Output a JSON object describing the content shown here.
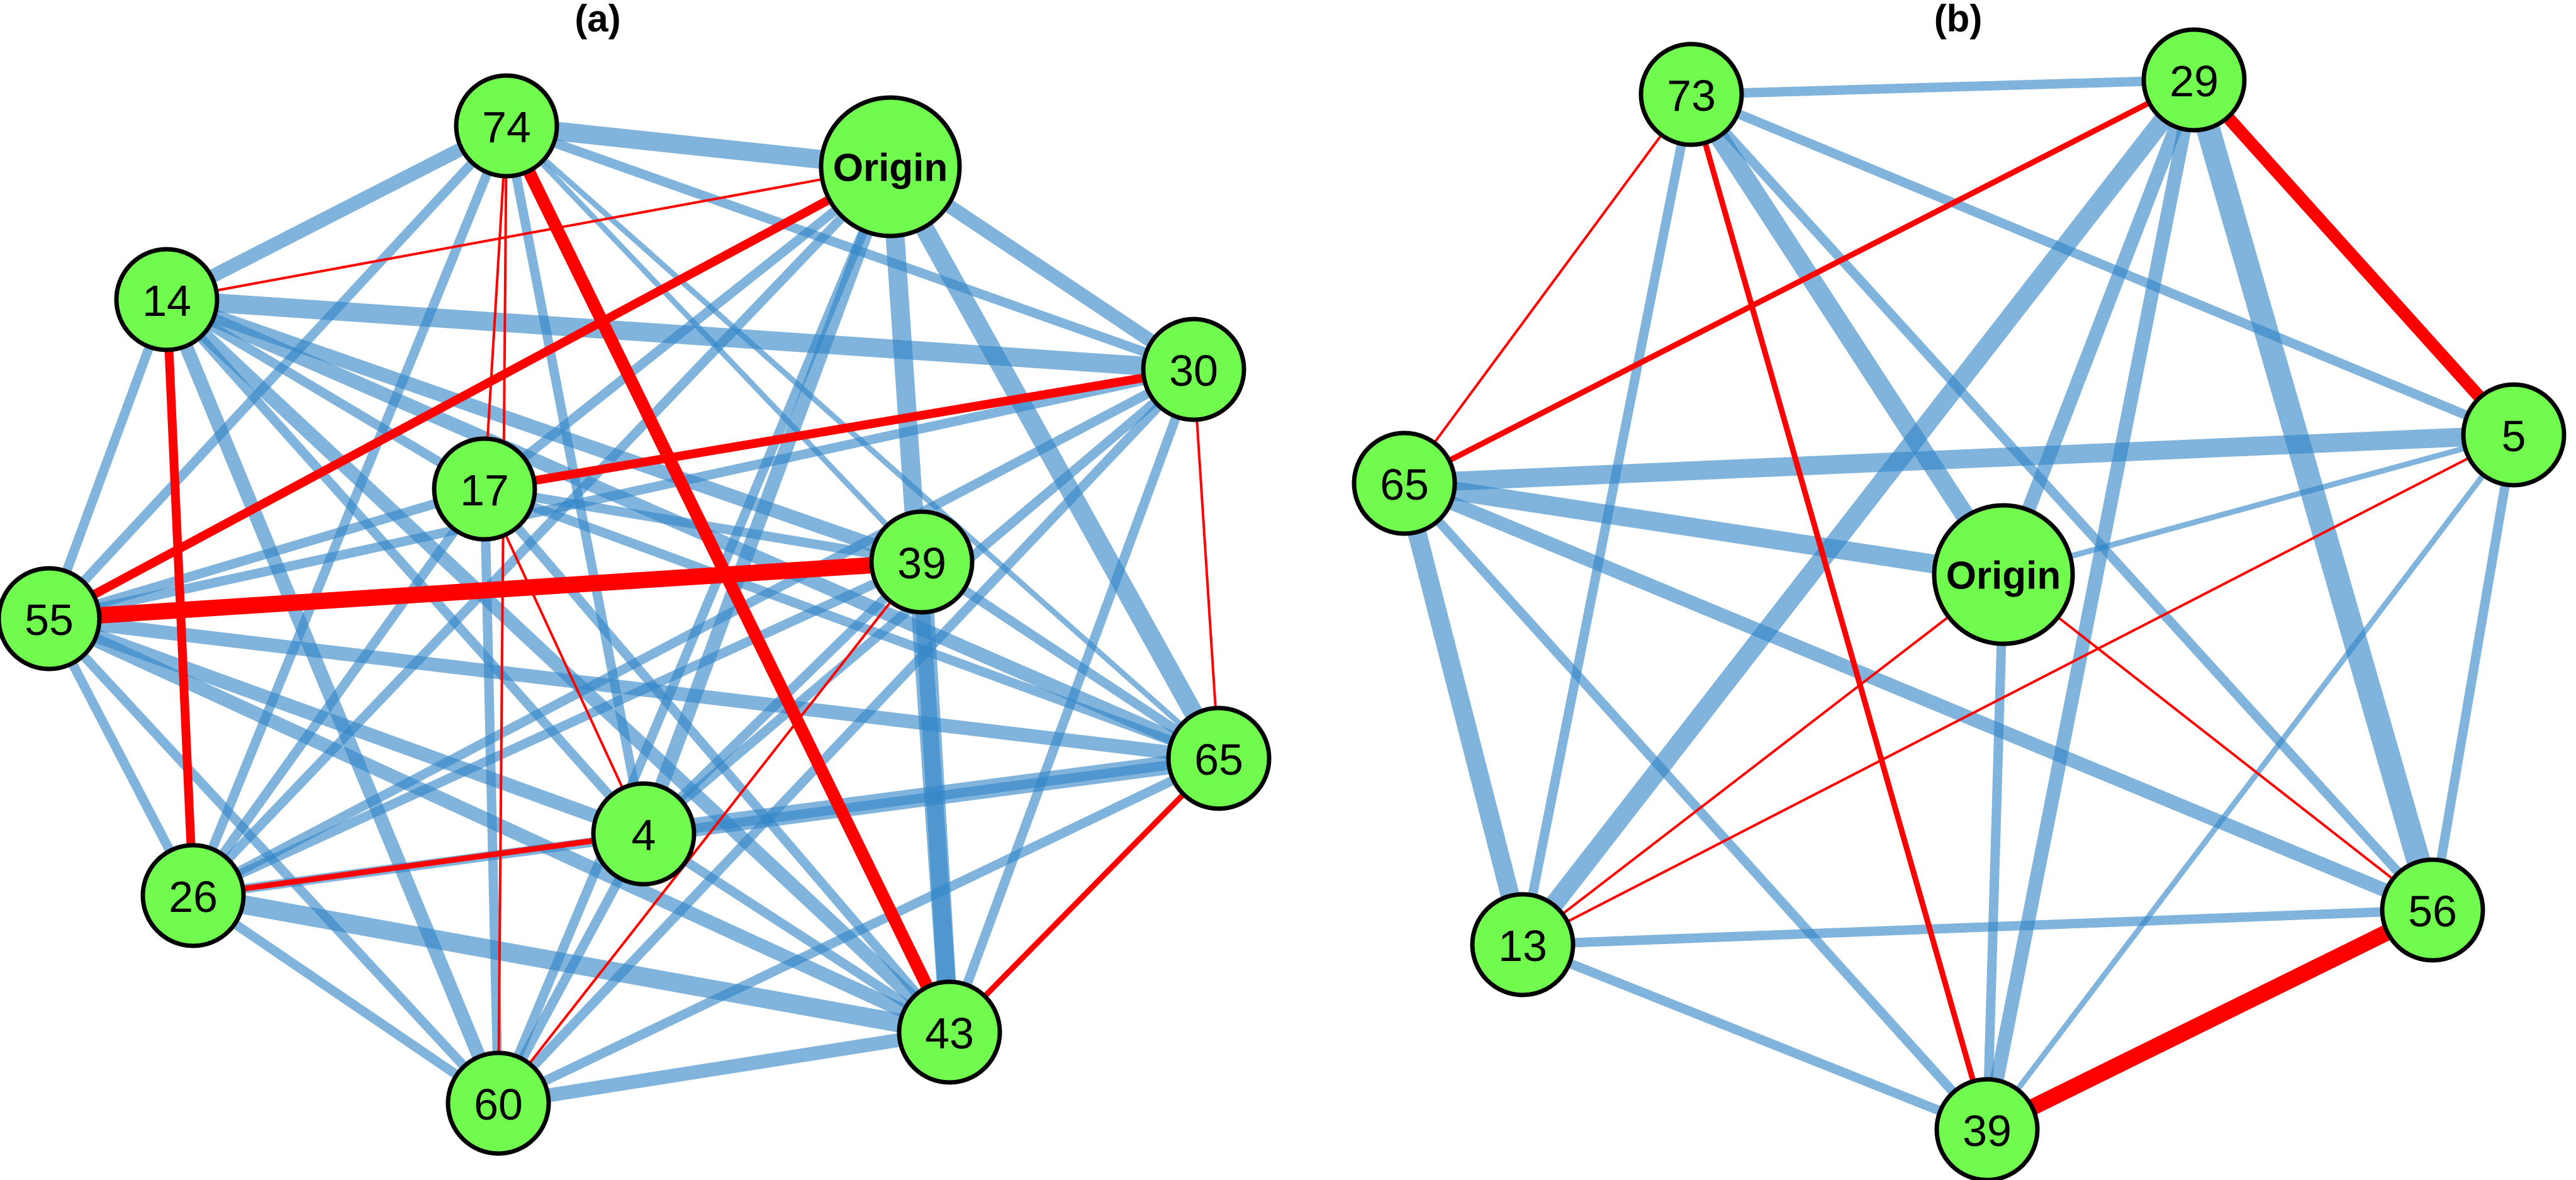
{
  "panels": [
    {
      "id": "a",
      "label": "(a)",
      "nodes": [
        {
          "id": "74",
          "label": "74"
        },
        {
          "id": "Origin",
          "label": "Origin",
          "origin": true
        },
        {
          "id": "14",
          "label": "14"
        },
        {
          "id": "30",
          "label": "30"
        },
        {
          "id": "17",
          "label": "17"
        },
        {
          "id": "39",
          "label": "39"
        },
        {
          "id": "55",
          "label": "55"
        },
        {
          "id": "65",
          "label": "65"
        },
        {
          "id": "4",
          "label": "4"
        },
        {
          "id": "26",
          "label": "26"
        },
        {
          "id": "43",
          "label": "43"
        },
        {
          "id": "60",
          "label": "60"
        }
      ],
      "edges": [
        {
          "from": "74",
          "to": "Origin",
          "color": "blue",
          "weight": 4
        },
        {
          "from": "74",
          "to": "14",
          "color": "blue",
          "weight": 3
        },
        {
          "from": "74",
          "to": "30",
          "color": "blue",
          "weight": 2
        },
        {
          "from": "74",
          "to": "55",
          "color": "blue",
          "weight": 2
        },
        {
          "from": "74",
          "to": "26",
          "color": "blue",
          "weight": 2
        },
        {
          "from": "74",
          "to": "39",
          "color": "blue",
          "weight": 1
        },
        {
          "from": "74",
          "to": "65",
          "color": "blue",
          "weight": 1
        },
        {
          "from": "74",
          "to": "4",
          "color": "blue",
          "weight": 2
        },
        {
          "from": "74",
          "to": "17",
          "color": "red",
          "weight": 1
        },
        {
          "from": "74",
          "to": "60",
          "color": "red",
          "weight": 1
        },
        {
          "from": "74",
          "to": "43",
          "color": "red",
          "weight": 4
        },
        {
          "from": "Origin",
          "to": "14",
          "color": "red",
          "weight": 1
        },
        {
          "from": "Origin",
          "to": "55",
          "color": "red",
          "weight": 3
        },
        {
          "from": "Origin",
          "to": "30",
          "color": "blue",
          "weight": 3
        },
        {
          "from": "Origin",
          "to": "17",
          "color": "blue",
          "weight": 2
        },
        {
          "from": "Origin",
          "to": "26",
          "color": "blue",
          "weight": 2
        },
        {
          "from": "Origin",
          "to": "4",
          "color": "blue",
          "weight": 3
        },
        {
          "from": "Origin",
          "to": "60",
          "color": "blue",
          "weight": 2
        },
        {
          "from": "Origin",
          "to": "43",
          "color": "blue",
          "weight": 4
        },
        {
          "from": "Origin",
          "to": "65",
          "color": "blue",
          "weight": 4
        },
        {
          "from": "14",
          "to": "30",
          "color": "blue",
          "weight": 4
        },
        {
          "from": "14",
          "to": "55",
          "color": "blue",
          "weight": 2
        },
        {
          "from": "14",
          "to": "26",
          "color": "red",
          "weight": 3
        },
        {
          "from": "14",
          "to": "39",
          "color": "blue",
          "weight": 3
        },
        {
          "from": "14",
          "to": "65",
          "color": "blue",
          "weight": 3
        },
        {
          "from": "14",
          "to": "4",
          "color": "blue",
          "weight": 2
        },
        {
          "from": "14",
          "to": "43",
          "color": "blue",
          "weight": 3
        },
        {
          "from": "14",
          "to": "60",
          "color": "blue",
          "weight": 3
        },
        {
          "from": "14",
          "to": "17",
          "color": "blue",
          "weight": 2
        },
        {
          "from": "30",
          "to": "17",
          "color": "red",
          "weight": 3
        },
        {
          "from": "30",
          "to": "65",
          "color": "red",
          "weight": 1
        },
        {
          "from": "30",
          "to": "55",
          "color": "blue",
          "weight": 2
        },
        {
          "from": "30",
          "to": "26",
          "color": "blue",
          "weight": 2
        },
        {
          "from": "30",
          "to": "4",
          "color": "blue",
          "weight": 2
        },
        {
          "from": "30",
          "to": "60",
          "color": "blue",
          "weight": 2
        },
        {
          "from": "30",
          "to": "43",
          "color": "blue",
          "weight": 2
        },
        {
          "from": "17",
          "to": "4",
          "color": "red",
          "weight": 1
        },
        {
          "from": "17",
          "to": "55",
          "color": "blue",
          "weight": 2
        },
        {
          "from": "17",
          "to": "26",
          "color": "blue",
          "weight": 2
        },
        {
          "from": "17",
          "to": "60",
          "color": "blue",
          "weight": 2
        },
        {
          "from": "17",
          "to": "39",
          "color": "blue",
          "weight": 2
        },
        {
          "from": "17",
          "to": "65",
          "color": "blue",
          "weight": 2
        },
        {
          "from": "17",
          "to": "43",
          "color": "blue",
          "weight": 2
        },
        {
          "from": "55",
          "to": "39",
          "color": "red",
          "weight": 5
        },
        {
          "from": "55",
          "to": "65",
          "color": "blue",
          "weight": 3
        },
        {
          "from": "55",
          "to": "4",
          "color": "blue",
          "weight": 3
        },
        {
          "from": "55",
          "to": "43",
          "color": "blue",
          "weight": 3
        },
        {
          "from": "55",
          "to": "60",
          "color": "blue",
          "weight": 2
        },
        {
          "from": "55",
          "to": "26",
          "color": "blue",
          "weight": 2
        },
        {
          "from": "39",
          "to": "60",
          "color": "red",
          "weight": 1
        },
        {
          "from": "39",
          "to": "43",
          "color": "blue",
          "weight": 4
        },
        {
          "from": "39",
          "to": "26",
          "color": "blue",
          "weight": 2
        },
        {
          "from": "39",
          "to": "4",
          "color": "blue",
          "weight": 2
        },
        {
          "from": "39",
          "to": "65",
          "color": "blue",
          "weight": 2
        },
        {
          "from": "4",
          "to": "26",
          "color": "red",
          "weight": 2
        },
        {
          "from": "4",
          "to": "65",
          "color": "blue",
          "weight": 4
        },
        {
          "from": "4",
          "to": "60",
          "color": "blue",
          "weight": 2
        },
        {
          "from": "4",
          "to": "43",
          "color": "blue",
          "weight": 2
        },
        {
          "from": "65",
          "to": "43",
          "color": "red",
          "weight": 2
        },
        {
          "from": "65",
          "to": "26",
          "color": "blue",
          "weight": 2
        },
        {
          "from": "65",
          "to": "60",
          "color": "blue",
          "weight": 2
        },
        {
          "from": "26",
          "to": "43",
          "color": "blue",
          "weight": 4
        },
        {
          "from": "26",
          "to": "60",
          "color": "blue",
          "weight": 2
        },
        {
          "from": "60",
          "to": "43",
          "color": "blue",
          "weight": 3
        }
      ]
    },
    {
      "id": "b",
      "label": "(b)",
      "nodes": [
        {
          "id": "73",
          "label": "73"
        },
        {
          "id": "29",
          "label": "29"
        },
        {
          "id": "65",
          "label": "65"
        },
        {
          "id": "5",
          "label": "5"
        },
        {
          "id": "Origin",
          "label": "Origin",
          "origin": true
        },
        {
          "id": "13",
          "label": "13"
        },
        {
          "id": "56",
          "label": "56"
        },
        {
          "id": "39",
          "label": "39"
        }
      ],
      "edges": [
        {
          "from": "73",
          "to": "29",
          "color": "blue",
          "weight": 2
        },
        {
          "from": "73",
          "to": "65",
          "color": "red",
          "weight": 1
        },
        {
          "from": "73",
          "to": "39",
          "color": "red",
          "weight": 2
        },
        {
          "from": "73",
          "to": "5",
          "color": "blue",
          "weight": 2
        },
        {
          "from": "73",
          "to": "Origin",
          "color": "blue",
          "weight": 4
        },
        {
          "from": "73",
          "to": "13",
          "color": "blue",
          "weight": 2
        },
        {
          "from": "73",
          "to": "56",
          "color": "blue",
          "weight": 2
        },
        {
          "from": "29",
          "to": "5",
          "color": "red",
          "weight": 4
        },
        {
          "from": "29",
          "to": "65",
          "color": "red",
          "weight": 2
        },
        {
          "from": "29",
          "to": "Origin",
          "color": "blue",
          "weight": 3
        },
        {
          "from": "29",
          "to": "13",
          "color": "blue",
          "weight": 4
        },
        {
          "from": "29",
          "to": "56",
          "color": "blue",
          "weight": 5
        },
        {
          "from": "29",
          "to": "39",
          "color": "blue",
          "weight": 3
        },
        {
          "from": "65",
          "to": "5",
          "color": "blue",
          "weight": 4
        },
        {
          "from": "65",
          "to": "Origin",
          "color": "blue",
          "weight": 4
        },
        {
          "from": "65",
          "to": "13",
          "color": "blue",
          "weight": 4
        },
        {
          "from": "65",
          "to": "56",
          "color": "blue",
          "weight": 3
        },
        {
          "from": "65",
          "to": "39",
          "color": "blue",
          "weight": 2
        },
        {
          "from": "5",
          "to": "13",
          "color": "red",
          "weight": 1
        },
        {
          "from": "5",
          "to": "56",
          "color": "blue",
          "weight": 2
        },
        {
          "from": "5",
          "to": "39",
          "color": "blue",
          "weight": 1
        },
        {
          "from": "5",
          "to": "Origin",
          "color": "blue",
          "weight": 1
        },
        {
          "from": "Origin",
          "to": "13",
          "color": "red",
          "weight": 1
        },
        {
          "from": "Origin",
          "to": "56",
          "color": "red",
          "weight": 1
        },
        {
          "from": "Origin",
          "to": "39",
          "color": "blue",
          "weight": 2
        },
        {
          "from": "13",
          "to": "56",
          "color": "blue",
          "weight": 2
        },
        {
          "from": "13",
          "to": "39",
          "color": "blue",
          "weight": 2
        },
        {
          "from": "56",
          "to": "39",
          "color": "red",
          "weight": 5
        }
      ]
    }
  ]
}
